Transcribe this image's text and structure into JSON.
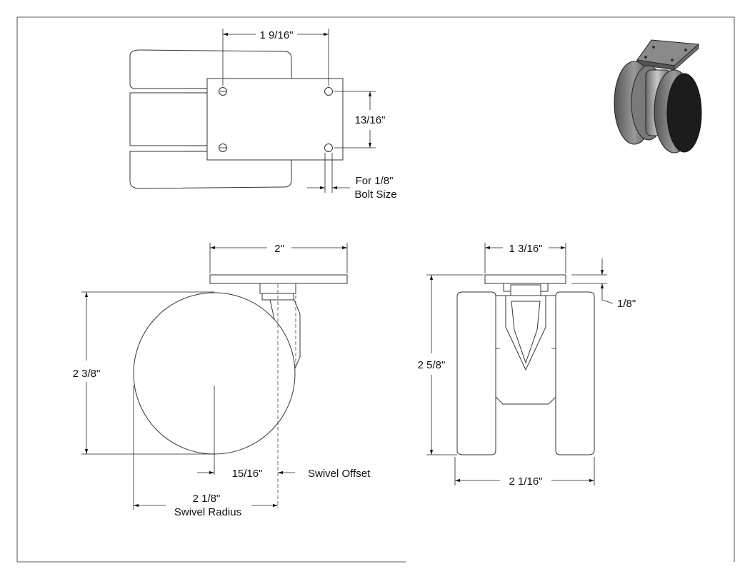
{
  "labels": {
    "top_hole_spacing": "1 9/16\"",
    "top_hole_vertical": "13/16\"",
    "bolt_line1": "For 1/8\"",
    "bolt_line2": "Bolt Size",
    "plate_width": "2\"",
    "overall_height_side": "2 3/8\"",
    "swivel_offset_value": "15/16\"",
    "swivel_offset_label": "Swivel Offset",
    "swivel_radius_value": "2 1/8\"",
    "swivel_radius_label": "Swivel Radius",
    "front_plate_width": "1 3/16\"",
    "plate_thickness": "1/8\"",
    "overall_height_front": "2 5/8\"",
    "overall_width_front": "2 1/16\""
  },
  "colors": {
    "line": "#222222",
    "wheel_dark": "#2a2a2a",
    "metal": "#9a9a9a"
  }
}
